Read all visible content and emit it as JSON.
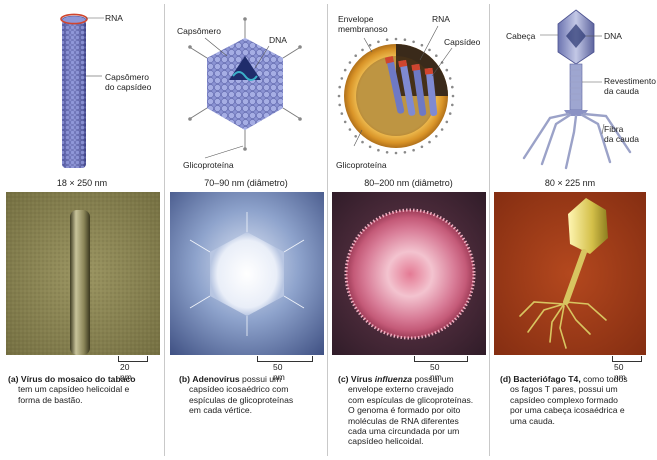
{
  "panels": [
    {
      "dimension": "18 × 250 nm",
      "labels": {
        "rna": "RNA",
        "capsomere": "Capsômero",
        "capsomere2": "do capsídeo"
      },
      "scale": "20 nm",
      "caption": {
        "letter": "(a)",
        "name": "Vírus do mosaico do tabaco",
        "rest": [
          "tem um capsídeo helicoidal e",
          "forma de bastão."
        ]
      }
    },
    {
      "dimension": "70–90 nm (diâmetro)",
      "labels": {
        "capsomere": "Capsômero",
        "dna": "DNA",
        "glyco": "Glicoproteína"
      },
      "scale": "50 nm",
      "caption": {
        "letter": "(b)",
        "name": "Adenovírus",
        "first_rest": "possui um",
        "rest": [
          "capsídeo icosaédrico com",
          "espículas de glicoproteínas",
          "em cada vértice."
        ]
      }
    },
    {
      "dimension": "80–200 nm (diâmetro)",
      "labels": {
        "envelope": "Envelope",
        "envelope2": "membranoso",
        "rna": "RNA",
        "capsid": "Capsídeo",
        "glyco": "Glicoproteína"
      },
      "scale": "50 nm",
      "caption": {
        "letter": "(c)",
        "name_prefix": "Vírus",
        "name_italic": "influenza",
        "first_rest": "possui um",
        "rest": [
          "envelope externo cravejado",
          "com espículas de glicoproteínas.",
          "O genoma é formado por oito",
          "moléculas de RNA diferentes",
          "cada uma circundada por um",
          "capsídeo helicoidal."
        ]
      }
    },
    {
      "dimension": "80 × 225 nm",
      "labels": {
        "head": "Cabeça",
        "dna": "DNA",
        "tail_sheath": "Revestimento",
        "tail_sheath2": "da cauda",
        "tail_fiber": "Fibra",
        "tail_fiber2": "da cauda"
      },
      "scale": "50 nm",
      "caption": {
        "letter": "(d)",
        "name": "Bacteriófago T4,",
        "first_rest": "como todos",
        "rest": [
          "os fagos T pares, possui um",
          "capsídeo complexo formado",
          "por uma cabeça icosaédrica e",
          "uma cauda."
        ]
      }
    }
  ],
  "colors": {
    "capsid_blue": "#7b84c9",
    "rna_red": "#d0452e",
    "envelope_orange": "#e2a53a",
    "phage_head": "#9ea6d0",
    "em_blue": "#6f87b8",
    "em_pink": "#c45a78",
    "em_olive": "#8d8650",
    "em_phage": "#d4c04a"
  }
}
